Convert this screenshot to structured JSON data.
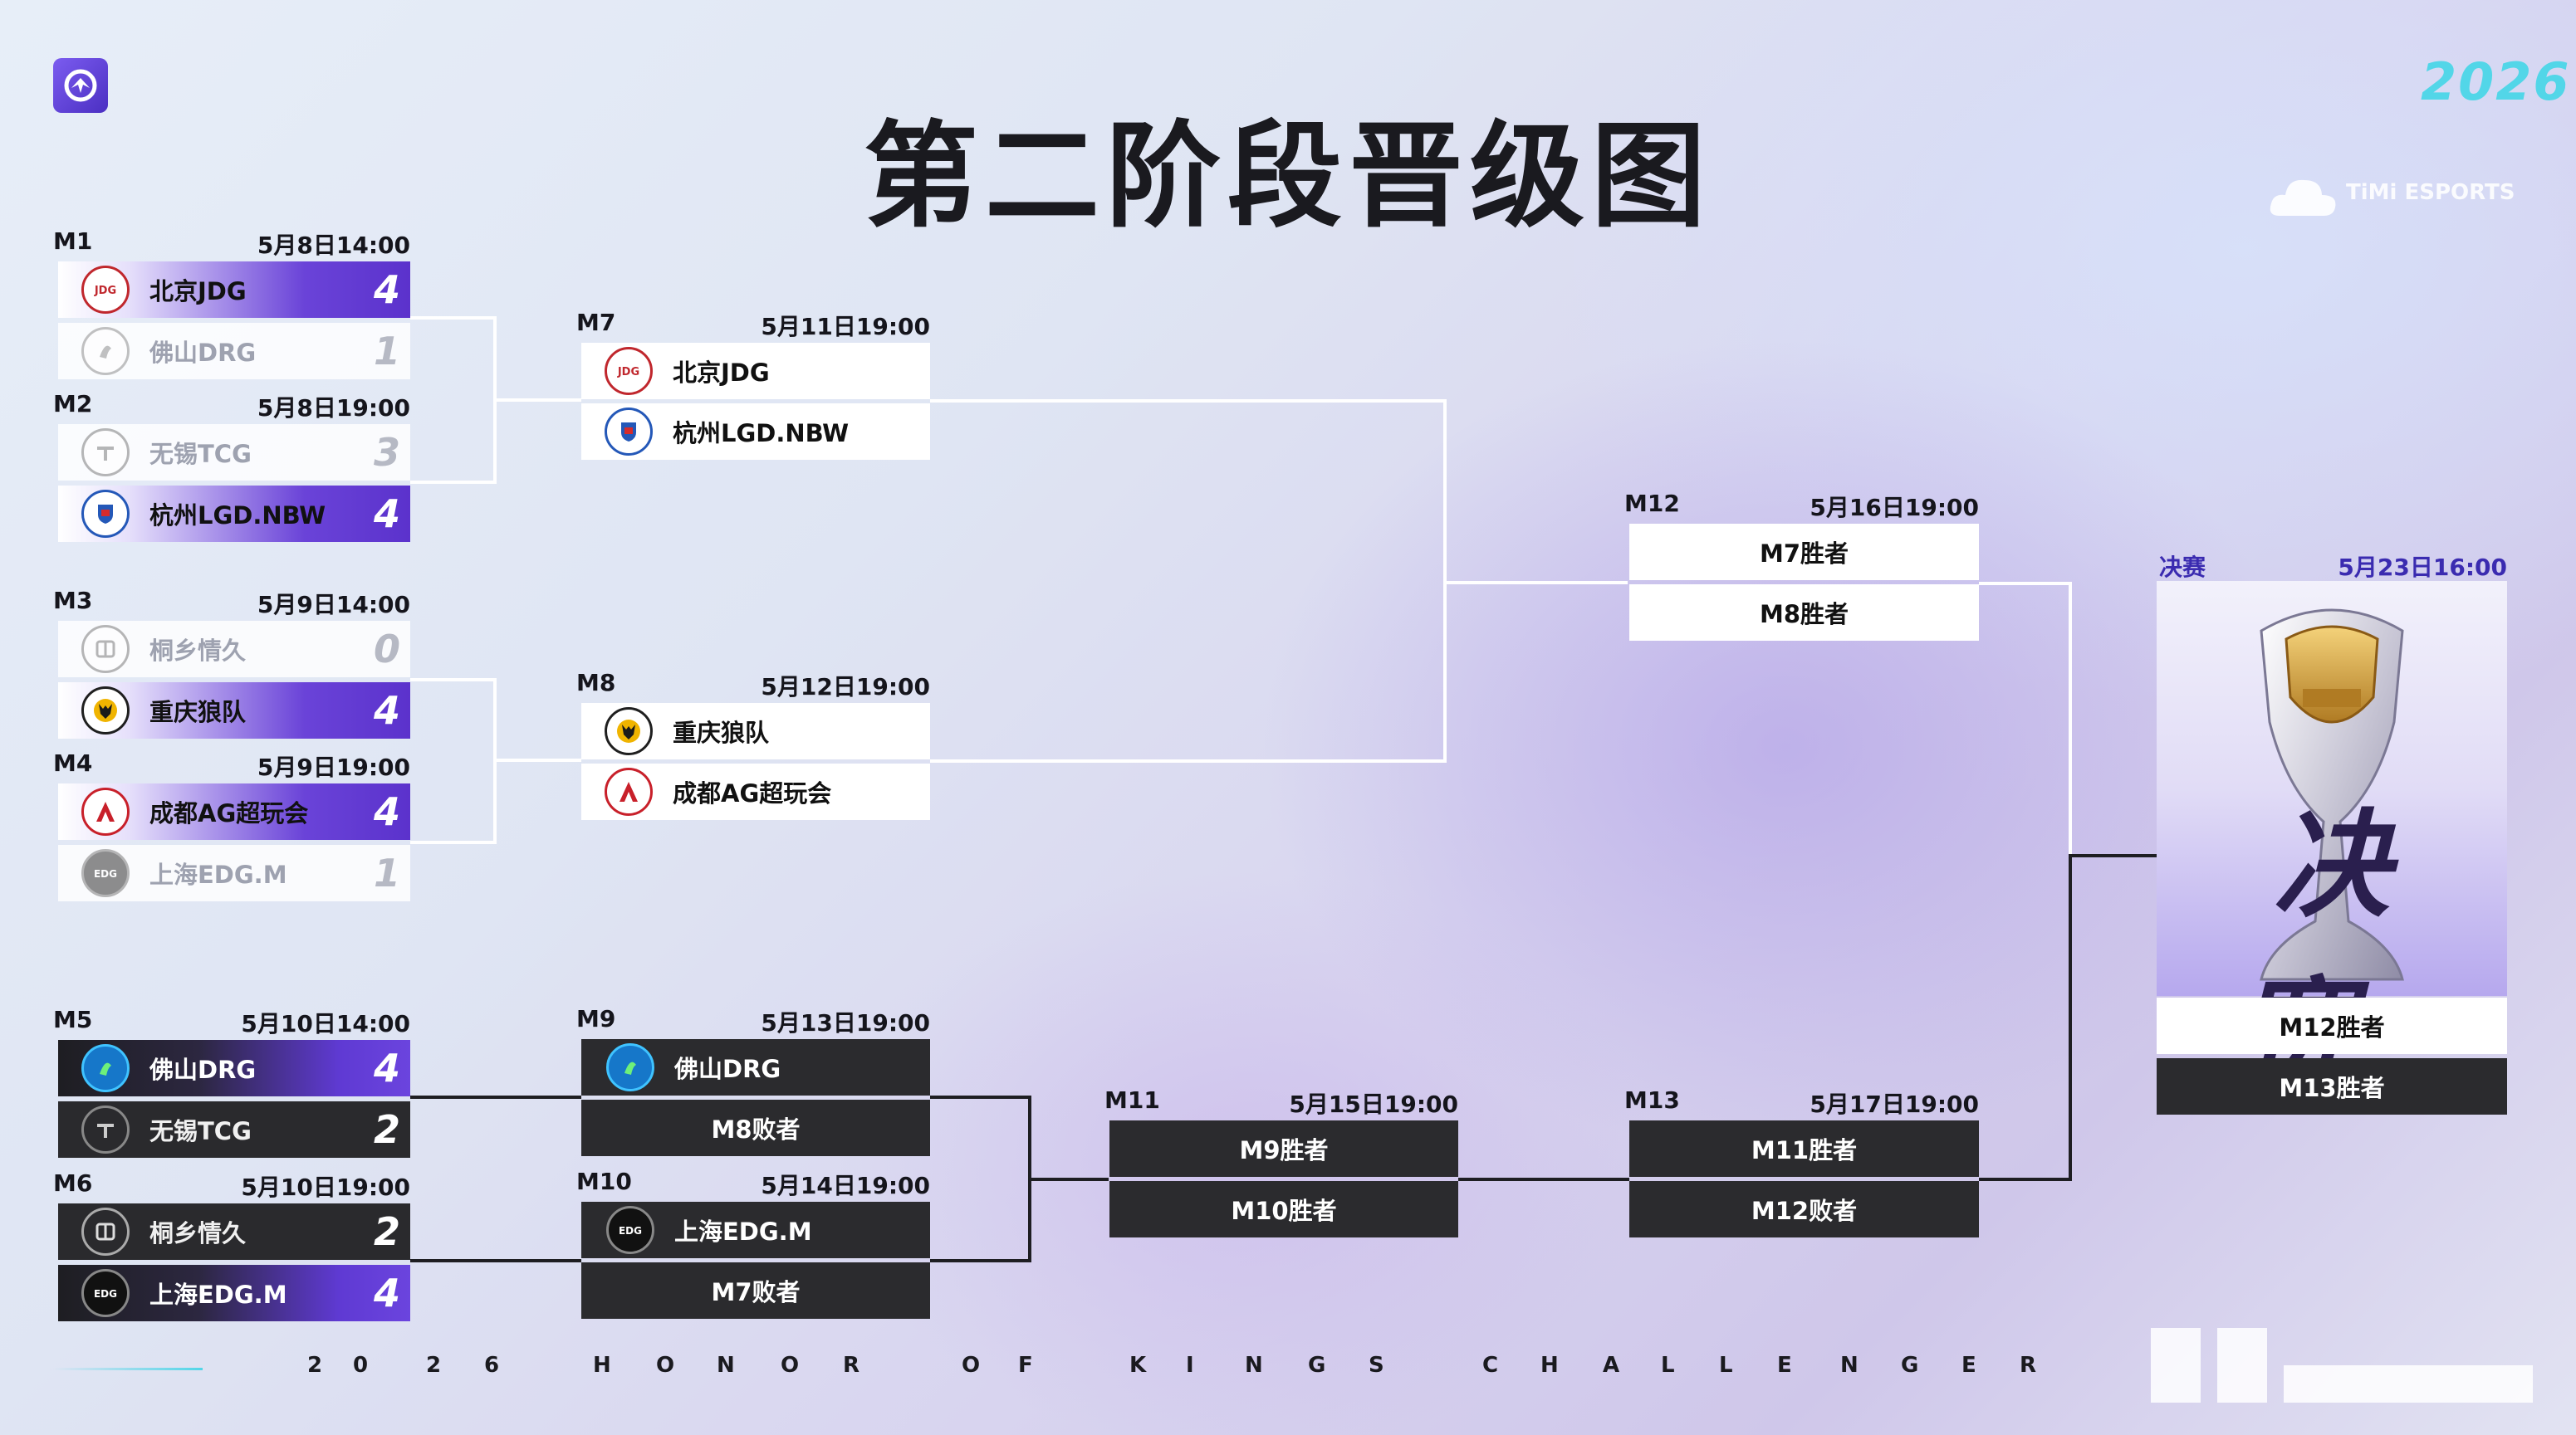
{
  "title": "第二阶段晋级图",
  "year_badge": "2026",
  "brand": "TiMi ESPORTS",
  "footer": [
    "2",
    "0",
    "2",
    "6",
    "H",
    "O",
    "N",
    "O",
    "R",
    "O",
    "F",
    "K",
    "I",
    "N",
    "G",
    "S",
    "C",
    "H",
    "A",
    "L",
    "L",
    "E",
    "N",
    "G",
    "E",
    "R"
  ],
  "colors": {
    "accent": "#5b32cc",
    "year": "#52d6e8",
    "dark": "#2b2b2e"
  },
  "matches": {
    "M1": {
      "code": "M1",
      "time": "5月8日14:00",
      "t1": {
        "name": "北京JDG",
        "score": "4"
      },
      "t2": {
        "name": "佛山DRG",
        "score": "1"
      }
    },
    "M2": {
      "code": "M2",
      "time": "5月8日19:00",
      "t1": {
        "name": "无锡TCG",
        "score": "3"
      },
      "t2": {
        "name": "杭州LGD.NBW",
        "score": "4"
      }
    },
    "M3": {
      "code": "M3",
      "time": "5月9日14:00",
      "t1": {
        "name": "桐乡情久",
        "score": "0"
      },
      "t2": {
        "name": "重庆狼队",
        "score": "4"
      }
    },
    "M4": {
      "code": "M4",
      "time": "5月9日19:00",
      "t1": {
        "name": "成都AG超玩会",
        "score": "4"
      },
      "t2": {
        "name": "上海EDG.M",
        "score": "1"
      }
    },
    "M5": {
      "code": "M5",
      "time": "5月10日14:00",
      "t1": {
        "name": "佛山DRG",
        "score": "4"
      },
      "t2": {
        "name": "无锡TCG",
        "score": "2"
      }
    },
    "M6": {
      "code": "M6",
      "time": "5月10日19:00",
      "t1": {
        "name": "桐乡情久",
        "score": "2"
      },
      "t2": {
        "name": "上海EDG.M",
        "score": "4"
      }
    },
    "M7": {
      "code": "M7",
      "time": "5月11日19:00",
      "t1": {
        "name": "北京JDG"
      },
      "t2": {
        "name": "杭州LGD.NBW"
      }
    },
    "M8": {
      "code": "M8",
      "time": "5月12日19:00",
      "t1": {
        "name": "重庆狼队"
      },
      "t2": {
        "name": "成都AG超玩会"
      }
    },
    "M9": {
      "code": "M9",
      "time": "5月13日19:00",
      "t1": {
        "name": "佛山DRG"
      },
      "t2": {
        "name": "M8败者"
      }
    },
    "M10": {
      "code": "M10",
      "time": "5月14日19:00",
      "t1": {
        "name": "上海EDG.M"
      },
      "t2": {
        "name": "M7败者"
      }
    },
    "M11": {
      "code": "M11",
      "time": "5月15日19:00",
      "t1": {
        "name": "M9胜者"
      },
      "t2": {
        "name": "M10胜者"
      }
    },
    "M12": {
      "code": "M12",
      "time": "5月16日19:00",
      "t1": {
        "name": "M7胜者"
      },
      "t2": {
        "name": "M8胜者"
      }
    },
    "M13": {
      "code": "M13",
      "time": "5月17日19:00",
      "t1": {
        "name": "M11胜者"
      },
      "t2": {
        "name": "M12败者"
      }
    },
    "F": {
      "code": "决赛",
      "time": "5月23日16:00",
      "big": "决赛",
      "t1": {
        "name": "M12胜者"
      },
      "t2": {
        "name": "M13胜者"
      }
    }
  }
}
